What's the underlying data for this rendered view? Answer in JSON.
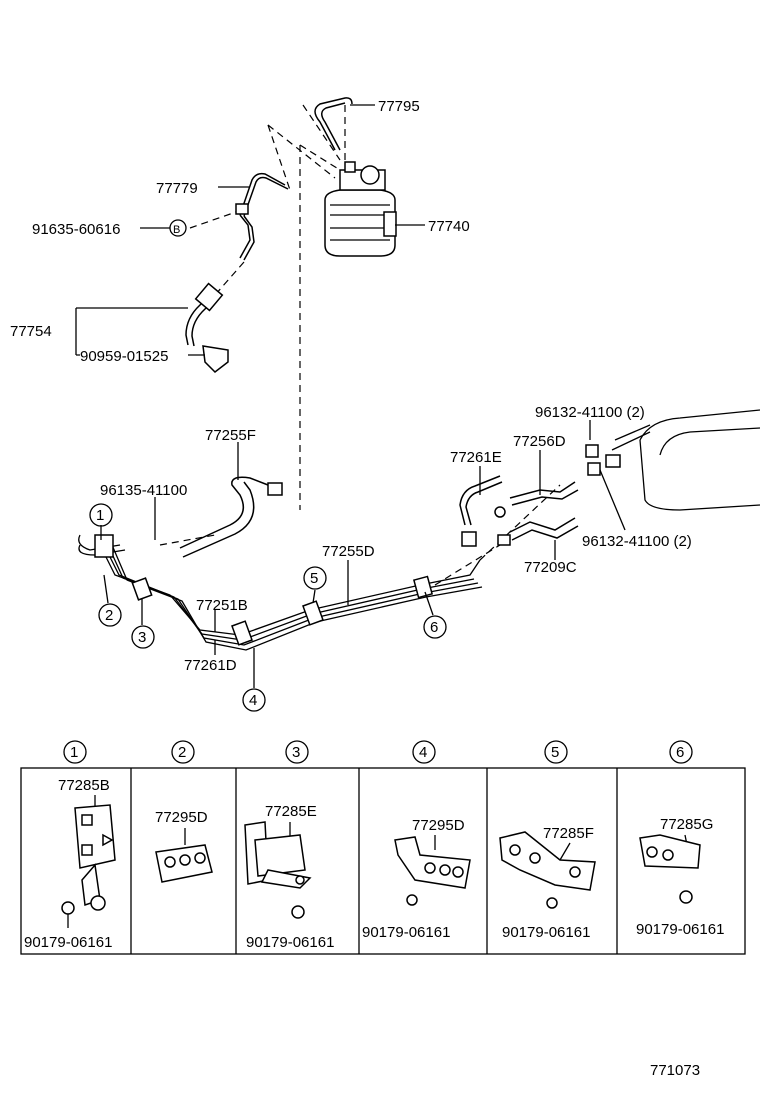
{
  "callouts": {
    "p77795": "77795",
    "p77779": "77779",
    "p91635": "91635-60616",
    "p77740": "77740",
    "p77754": "77754",
    "p90959": "90959-01525",
    "p77255F": "77255F",
    "p96135": "96135-41100",
    "p96132a": "96132-41100 (2)",
    "p96132b": "96132-41100 (2)",
    "p77256D": "77256D",
    "p77261E": "77261E",
    "p77209C": "77209C",
    "p77255D": "77255D",
    "p77251B": "77251B",
    "p77261D": "77261D"
  },
  "markers": {
    "b": "B",
    "m1": "1",
    "m2": "2",
    "m3": "3",
    "m4": "4",
    "m5": "5",
    "m6": "6"
  },
  "detail_table": {
    "panels": [
      {
        "num": "1",
        "part": "77285B",
        "bolt": "90179-06161"
      },
      {
        "num": "2",
        "part": "77295D",
        "bolt": ""
      },
      {
        "num": "3",
        "part": "77285E",
        "bolt": "90179-06161"
      },
      {
        "num": "4",
        "part": "77295D",
        "bolt": "90179-06161"
      },
      {
        "num": "5",
        "part": "77285F",
        "bolt": "90179-06161"
      },
      {
        "num": "6",
        "part": "77285G",
        "bolt": "90179-06161"
      }
    ]
  },
  "figure_number": "771073"
}
